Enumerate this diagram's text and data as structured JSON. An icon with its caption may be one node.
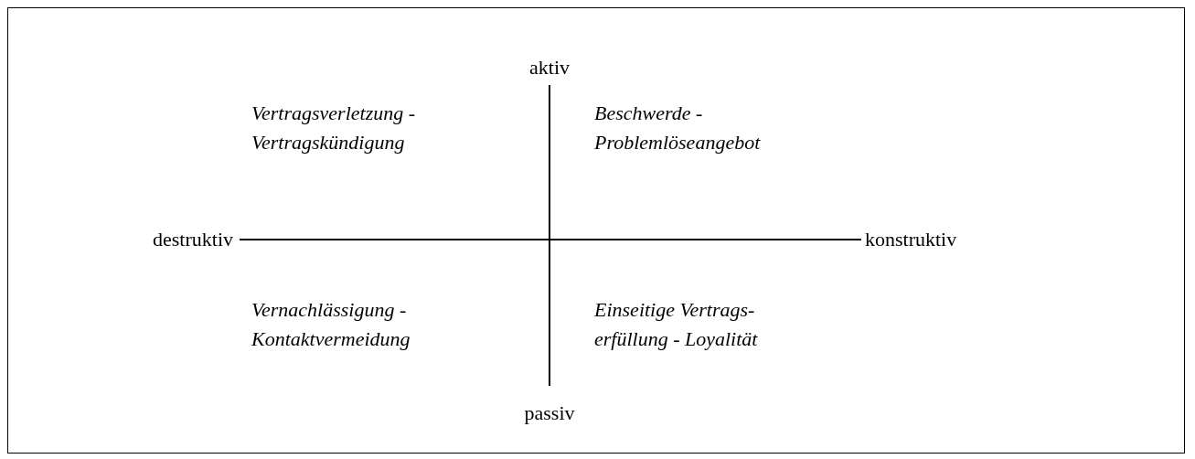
{
  "diagram": {
    "labels": [
      "aktiv",
      "Vertragsverletzung - Vertragskündigung",
      "Beschwerde - Problemlöseangebot",
      "destruktiv",
      "konstruktiv",
      "Vernachlässigung - Kontaktvermeidung",
      "Einseitige Vertrags- erfüllung - Loyalität",
      "passiv"
    ]
  }
}
